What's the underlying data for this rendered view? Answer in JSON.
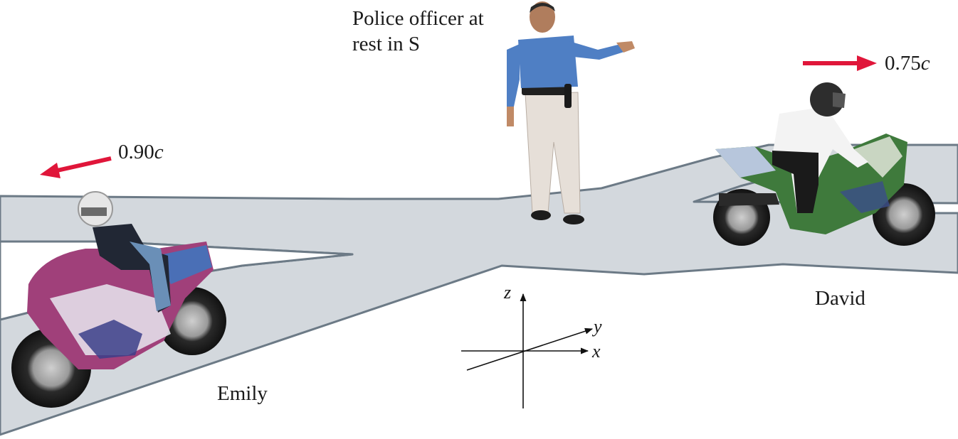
{
  "officer": {
    "label_line1": "Police officer at",
    "label_line2": "rest in S"
  },
  "emily": {
    "name": "Emily",
    "speed_value": "0.90",
    "speed_unit": "c",
    "direction": "left"
  },
  "david": {
    "name": "David",
    "speed_value": "0.75",
    "speed_unit": "c",
    "direction": "right"
  },
  "axes": {
    "x": "x",
    "y": "y",
    "z": "z"
  },
  "colors": {
    "road": "#d3d8dd",
    "road_edge": "#6c7a86",
    "arrow": "#e0163a",
    "emily_bike": "#a0407a",
    "david_bike": "#3f7a3c"
  }
}
